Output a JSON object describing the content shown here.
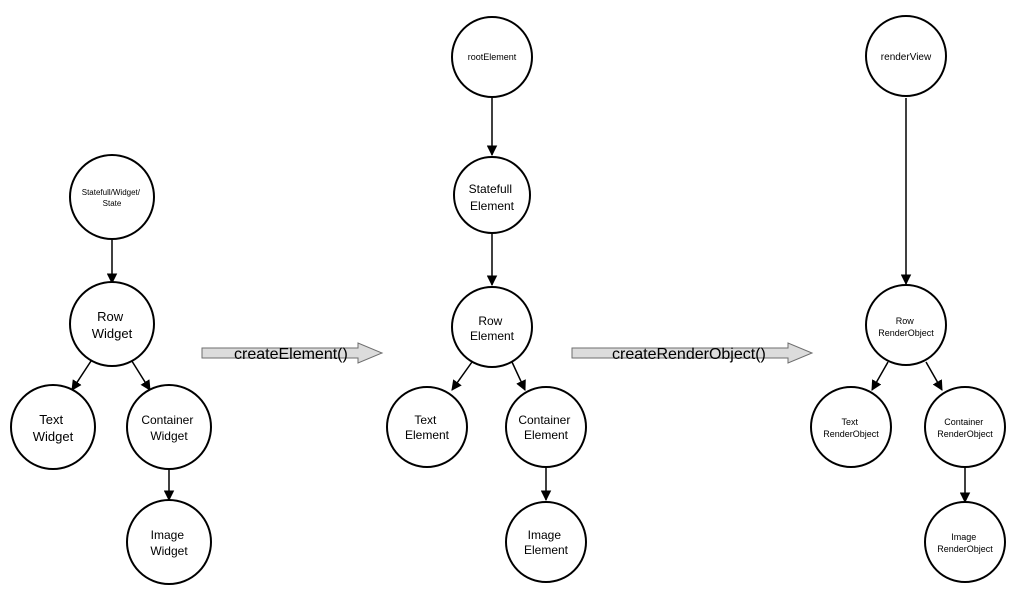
{
  "colors": {
    "node_fill": "#ffffff",
    "node_stroke": "#000000",
    "edge": "#000000",
    "transform_arrow_fill": "#dcdcdc",
    "transform_arrow_stroke": "#6e6e6e"
  },
  "widget_tree": {
    "nodes": {
      "stateful": [
        "Statefull/Widget/",
        "State"
      ],
      "row": [
        "Row",
        "Widget"
      ],
      "text": [
        "Text",
        "Widget"
      ],
      "container": [
        "Container",
        "Widget"
      ],
      "image": [
        "Image",
        "Widget"
      ]
    }
  },
  "element_tree": {
    "nodes": {
      "root": [
        "rootElement"
      ],
      "stateful": [
        "Statefull",
        "Element"
      ],
      "row": [
        "Row",
        "Element"
      ],
      "text": [
        "Text",
        "Element"
      ],
      "container": [
        "Container",
        "Element"
      ],
      "image": [
        "Image",
        "Element"
      ]
    }
  },
  "render_tree": {
    "nodes": {
      "root": [
        "renderView"
      ],
      "row": [
        "Row",
        "RenderObject"
      ],
      "text": [
        "Text",
        "RenderObject"
      ],
      "container": [
        "Container",
        "RenderObject"
      ],
      "image": [
        "Image",
        "RenderObject"
      ]
    }
  },
  "transforms": {
    "create_element": "createElement()",
    "create_render_object": "createRenderObject()"
  }
}
